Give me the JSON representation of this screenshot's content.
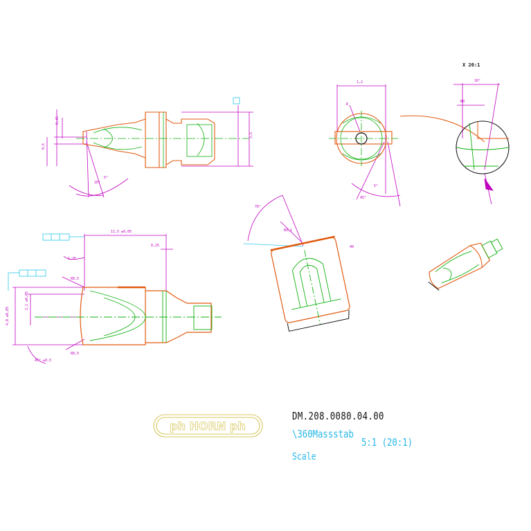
{
  "drawing": {
    "number": "DM.208.0080.04.00",
    "scale_label": "\\360Massstab",
    "scale_value": "5:1 (20:1)",
    "scale_caption": "Scale",
    "detail_label": "X 20:1",
    "logo_text": "ph HORN ph"
  },
  "colors": {
    "outline": "#e05a10",
    "detail": "#10b010",
    "dimension": "#c000c0",
    "tolerance": "#29c8e8",
    "logo": "#d8c860",
    "text": "#111111"
  }
}
